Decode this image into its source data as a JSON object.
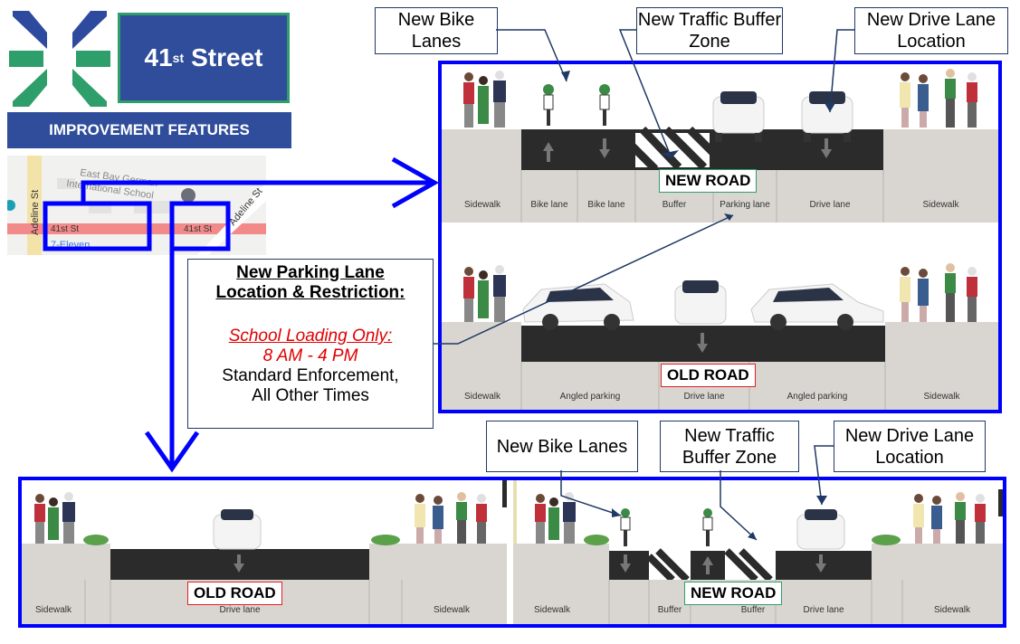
{
  "header": {
    "street_title": "41",
    "street_title_sup": "st",
    "street_title_rest": "Street",
    "subtitle": "IMPROVEMENT FEATURES"
  },
  "map": {
    "labels": [
      "Adeline St",
      "East Bay German",
      "International School",
      "Adeline St",
      "41st St",
      "41st St",
      "7-Eleven"
    ]
  },
  "callouts_top": {
    "bike": "New Bike Lanes",
    "buffer": "New Traffic Buffer Zone",
    "drive": "New Drive Lane Location"
  },
  "callouts_bottom": {
    "bike": "New Bike Lanes",
    "buffer": "New Traffic Buffer Zone",
    "drive": "New Drive Lane Location"
  },
  "parking_box": {
    "title_line1": "New Parking Lane",
    "title_line2": "Location & Restriction:",
    "restriction_line1": "School Loading Only:",
    "restriction_line2": "8 AM - 4 PM",
    "enforcement_line1": "Standard Enforcement,",
    "enforcement_line2": "All Other Times"
  },
  "top_new_road": {
    "tag": "NEW ROAD",
    "segments": [
      "Sidewalk",
      "Bike lane",
      "Bike lane",
      "Buffer",
      "Parking lane",
      "Drive lane",
      "Sidewalk"
    ]
  },
  "top_old_road": {
    "tag": "OLD ROAD",
    "segments": [
      "Sidewalk",
      "Angled parking",
      "Drive lane",
      "Angled parking",
      "Sidewalk"
    ]
  },
  "bottom_old_road": {
    "tag": "OLD ROAD",
    "segments": [
      "Sidewalk",
      "Drive lane",
      "Sidewalk"
    ]
  },
  "bottom_new_road": {
    "tag": "NEW ROAD",
    "segments": [
      "Sidewalk",
      "Buffer",
      "Buffer",
      "Drive lane",
      "Sidewalk"
    ]
  },
  "colors": {
    "frame_blue": "#0000ff",
    "logo_blue": "#2e4a9e",
    "logo_green": "#2e9e6a",
    "subtitle_bg": "#2f4d9b",
    "asphalt": "#2b2b2b",
    "sidewalk": "#d9d6d1",
    "old_tag_border": "#e02020",
    "new_tag_border": "#2e9e6a",
    "restriction_red": "#e00000"
  }
}
